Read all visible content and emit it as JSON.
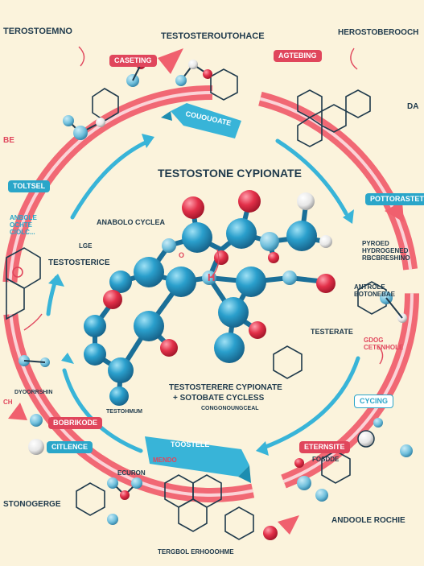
{
  "title": "TESTOSTONE CYPIONATE",
  "center_labels": {
    "anabolic": "ANABOLO CYCLEA",
    "testosterone": "TESTOSTERICE",
    "lge": "LGE",
    "h_label": "H",
    "o_label": "O",
    "cypionate_cycles_line1": "TESTOSTERERE CYPIONATE",
    "cypionate_cycles_line2": "+ SOTOBATE CYCLESS",
    "small_below": "CONGONOUNGCEAL",
    "testerate": "TESTERATE",
    "testohimum": "TESTOHMUM"
  },
  "top_labels": {
    "top_left_title": "TEROSTOEMNO",
    "top_center_title": "TESTOSTEROUTOHACE",
    "top_right_title": "HEROSTOBEROOCH",
    "agtebing": "AGTEBING",
    "caseting": "CASETING",
    "conjugate": "COUOUOATE"
  },
  "side_labels": {
    "left_red": "BE",
    "totasel": "TOLTSEL",
    "anabole": "ANBOLE\nOCHTE\nCIOLC...",
    "left_mid": "DYOORRSHIN",
    "right_pottasium": "POTTORASTET",
    "right_d": "DA",
    "right_hydr": "PYROED\nHYDROGENED\nRBCBRESHINO",
    "cycing": "CYCING",
    "ch_label": "CH",
    "right_small": "ANTROLE\nBOTONEBAE",
    "right_small2": "GDOG\nCETENHOLE"
  },
  "bottom_labels": {
    "toostele": "TOOSTELE",
    "stonogerge": "STONOGERGE",
    "androle": "ANDOOLE ROCHIE",
    "bottom_small": "TERGBOL ERHOOOHME",
    "eternsite": "ETERNSITE",
    "bobrikode": "BOBRIKODE",
    "citlence": "CITLENCE",
    "fosdde": "FOSDDE",
    "mendo": "MENDO",
    "ecuron": "ECURON"
  },
  "colors": {
    "background": "#fbf3dc",
    "ring_red": "#f0606e",
    "arrow_cyan": "#38b4d8",
    "atom_blue": "#2a8fbf",
    "atom_red": "#e0304a",
    "text_dark": "#1f3a4c",
    "text_red": "#e0465c"
  }
}
